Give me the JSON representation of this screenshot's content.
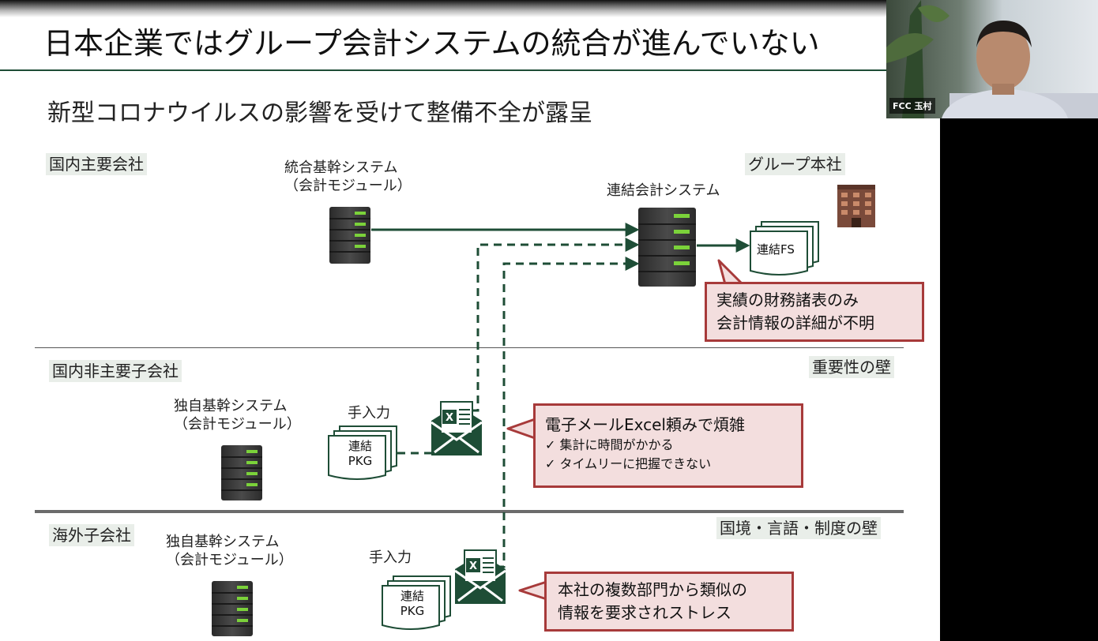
{
  "slide": {
    "title": "日本企業ではグループ会計システムの統合が進んでいない",
    "subtitle": "新型コロナウイルスの影響を受けて整備不全が露呈"
  },
  "sections": {
    "domestic_major": "国内主要会社",
    "domestic_minor": "国内非主要子会社",
    "overseas": "海外子会社",
    "group_hq": "グループ本社"
  },
  "walls": {
    "materiality": "重要性の壁",
    "border": "国境・言語・制度の壁"
  },
  "systems": {
    "integrated_line1": "統合基幹システム",
    "integrated_line2": "（会計モジュール）",
    "consolidation": "連結会計システム",
    "minor_line1": "独自基幹システム",
    "minor_line2": "（会計モジュール）",
    "overseas_line1": "独自基幹システム",
    "overseas_line2": "（会計モジュール）"
  },
  "docs": {
    "consolidated_fs": "連結FS",
    "pkg_line1": "連結",
    "pkg_line2": "PKG",
    "manual_input": "手入力"
  },
  "callouts": {
    "hq_line1": "実績の財務諸表のみ",
    "hq_line2": "会計情報の詳細が不明",
    "email_title": "電子メールExcel頼みで煩雑",
    "email_item1": "✓ 集計に時間がかかる",
    "email_item2": "✓ タイムリーに把握できない",
    "overseas_line1": "本社の複数部門から類似の",
    "overseas_line2": "情報を要求されストレス"
  },
  "webcam": {
    "name": "FCC 玉村"
  },
  "colors": {
    "accent_green": "#1e4d36",
    "callout_border": "#a73a3a",
    "callout_fill": "#f3dede"
  },
  "icons": [
    "server-icon",
    "building-icon",
    "document-stack-icon",
    "email-excel-icon",
    "arrow-icon"
  ]
}
